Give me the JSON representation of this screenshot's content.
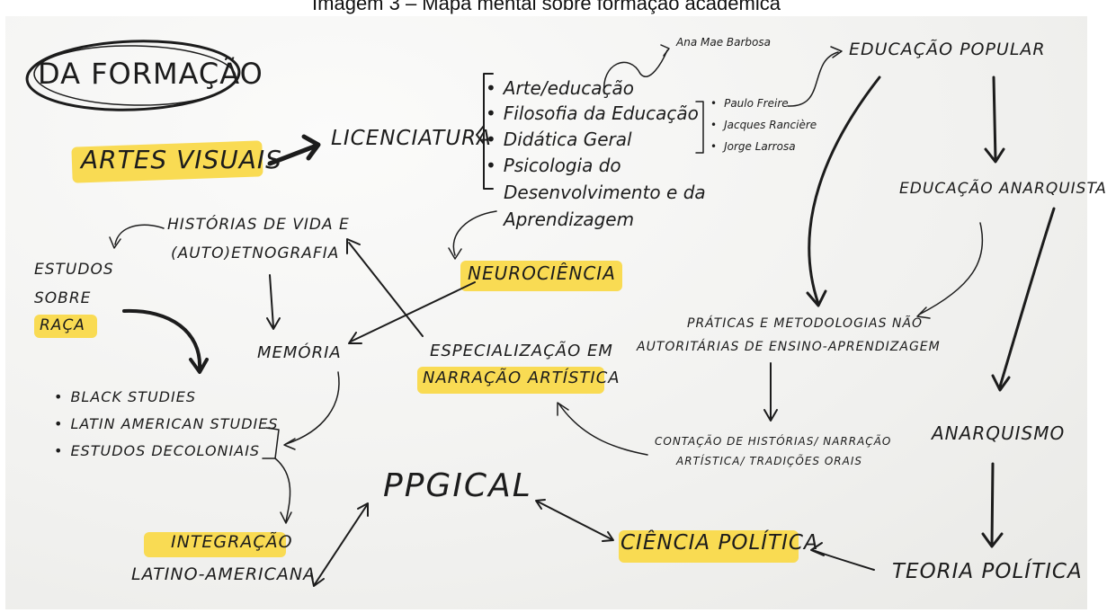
{
  "caption": "Imagem 3 – Mapa mental sobre formação acadêmica",
  "nodes": {
    "da_formacao": "DA FORMAÇÃO",
    "artes_visuais": "ARTES VISUAIS",
    "licenciatura": "LICENCIATURA",
    "disciplinas": [
      "Arte/educação",
      "Filosofia da Educação",
      "Didática Geral",
      "Psicologia do",
      "Desenvolvimento e da",
      "Aprendizagem"
    ],
    "ana_mae": "Ana Mae Barbosa",
    "autores": [
      "Paulo Freire",
      "Jacques Rancière",
      "Jorge Larrosa"
    ],
    "educacao_popular": "EDUCAÇÃO POPULAR",
    "educacao_anarquista": "EDUCAÇÃO ANARQUISTA",
    "historias_vida": [
      "HISTÓRIAS DE VIDA E",
      "(AUTO)ETNOGRAFIA"
    ],
    "estudos_raca": [
      "ESTUDOS",
      "SOBRE",
      "RAÇA"
    ],
    "neurociencia": "NEUROCIÊNCIA",
    "praticas": [
      "PRÁTICAS E METODOLOGIAS NÃO",
      "AUTORITÁRIAS DE ENSINO-APRENDIZAGEM"
    ],
    "memoria": "MEMÓRIA",
    "especializacao": [
      "ESPECIALIZAÇÃO EM",
      "NARRAÇÃO ARTÍSTICA"
    ],
    "estudos_lista": [
      "BLACK STUDIES",
      "LATIN AMERICAN STUDIES",
      "ESTUDOS DECOLONIAIS"
    ],
    "contacao": [
      "CONTAÇÃO DE HISTÓRIAS/ NARRAÇÃO",
      "ARTÍSTICA/ TRADIÇÕES ORAIS"
    ],
    "anarquismo": "ANARQUISMO",
    "ppgical": "PPGICAL",
    "integracao": [
      "INTEGRAÇÃO",
      "LATINO-AMERICANA"
    ],
    "ciencia_politica": "CIÊNCIA POLÍTICA",
    "teoria_politica": "TEORIA POLÍTICA"
  },
  "colors": {
    "highlight": "#f9d94a",
    "ink": "#1c1c1c",
    "paper": "#f1f1ef"
  }
}
